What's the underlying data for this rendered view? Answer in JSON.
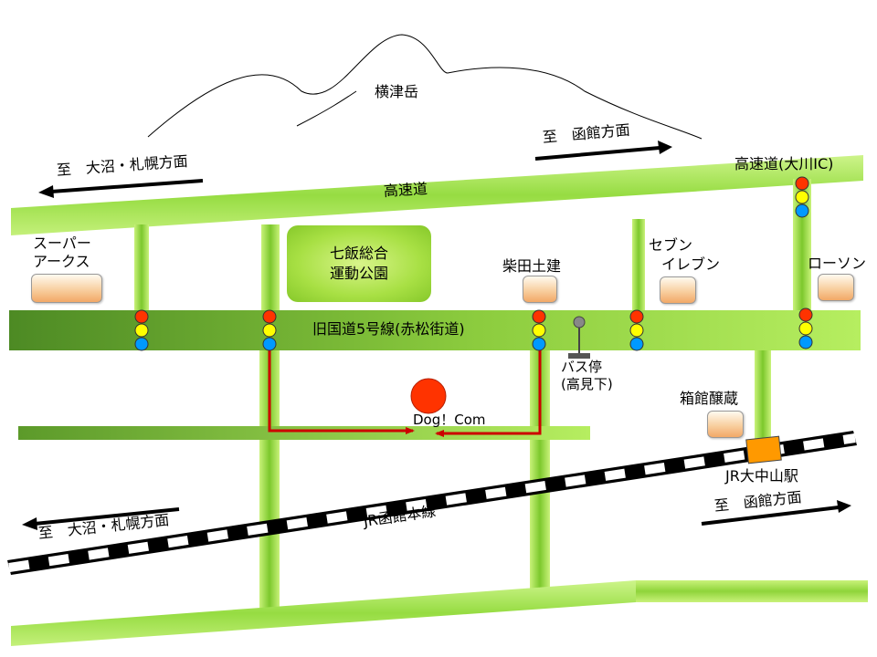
{
  "mountain": {
    "name": "横津岳"
  },
  "highway": {
    "name": "高速道",
    "ic_name": "高速道(大川IC)"
  },
  "directions": {
    "top_left": "至　大沼・札幌方面",
    "top_right": "至　函館方面",
    "bottom_left": "至　大沼・札幌方面",
    "bottom_right": "至　函館方面"
  },
  "main_road": {
    "name": "旧国道5号線(赤松街道)"
  },
  "railway": {
    "name": "JR函館本線"
  },
  "station": {
    "name": "JR大中山駅"
  },
  "destination": {
    "name": "Dog！Com"
  },
  "park": {
    "line1": "七飯総合",
    "line2": "運動公園"
  },
  "bus_stop": {
    "line1": "バス停",
    "line2": "(高見下)"
  },
  "landmarks": {
    "super_arcs_1": "スーパー",
    "super_arcs_2": "アークス",
    "shibata": "柴田土建",
    "seven_1": "セブン",
    "seven_2": "イレブン",
    "lawson": "ローソン",
    "hakodate_jozo": "箱館醸蔵"
  },
  "colors": {
    "road_light": "#a6e64a",
    "road_dark": "#5c9a2a",
    "route": "#cc0000",
    "signal_red": "#ff3300",
    "signal_yellow": "#ffff00",
    "signal_blue": "#0099ff",
    "station": "#ff9900"
  },
  "icons": [
    "traffic-signal-icon",
    "bus-stop-icon",
    "destination-marker-icon",
    "station-marker-icon",
    "direction-arrow-icon"
  ]
}
